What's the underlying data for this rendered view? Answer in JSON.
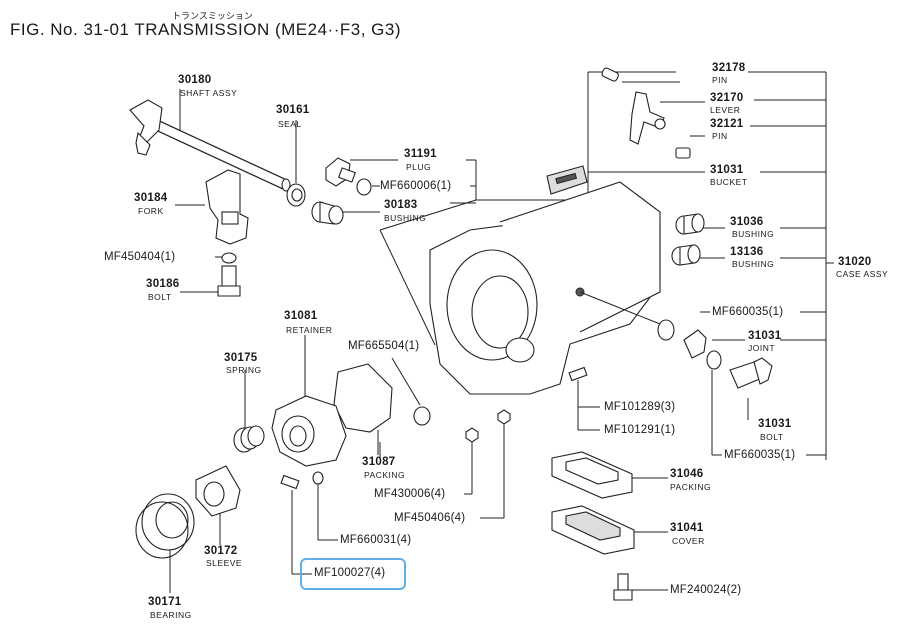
{
  "title": "FIG. No. 31-01 TRANSMISSION (ME24··F3, G3)",
  "title_furigana": "トランスミッション",
  "highlight_color": "#5fb0e6",
  "parts": {
    "p30180": {
      "num": "30180",
      "name": "SHAFT ASSY"
    },
    "p30161": {
      "num": "30161",
      "name": "SEAL"
    },
    "p30184": {
      "num": "30184",
      "name": "FORK"
    },
    "p30186": {
      "num": "30186",
      "name": "BOLT"
    },
    "p31191": {
      "num": "31191",
      "name": "PLUG"
    },
    "p30183": {
      "num": "30183",
      "name": "BUSHING"
    },
    "p32178": {
      "num": "32178",
      "name": "PIN"
    },
    "p32170": {
      "num": "32170",
      "name": "LEVER"
    },
    "p32121": {
      "num": "32121",
      "name": "PIN"
    },
    "p31031a": {
      "num": "31031",
      "name": "BUCKET"
    },
    "p31036": {
      "num": "31036",
      "name": "BUSHING"
    },
    "p13136": {
      "num": "13136",
      "name": "BUSHING"
    },
    "p31020": {
      "num": "31020",
      "name": "CASE ASSY"
    },
    "p31081": {
      "num": "31081",
      "name": "RETAINER"
    },
    "p30175": {
      "num": "30175",
      "name": "SPRING"
    },
    "p31087": {
      "num": "31087",
      "name": "PACKING"
    },
    "p31031b": {
      "num": "31031",
      "name": "JOINT"
    },
    "p31031c": {
      "num": "31031",
      "name": "BOLT"
    },
    "p30172": {
      "num": "30172",
      "name": "SLEEVE"
    },
    "p30171": {
      "num": "30171",
      "name": "BEARING"
    },
    "p31046": {
      "num": "31046",
      "name": "PACKING"
    },
    "p31041": {
      "num": "31041",
      "name": "COVER"
    }
  },
  "codes": {
    "mf450404": "MF450404(1)",
    "mf660006": "MF660006(1)",
    "mf665504": "MF665504(1)",
    "mf660035a": "MF660035(1)",
    "mf660035b": "MF660035(1)",
    "mf101289": "MF101289(3)",
    "mf101291": "MF101291(1)",
    "mf430006": "MF430006(4)",
    "mf450406": "MF450406(4)",
    "mf660031": "MF660031(4)",
    "mf100027": "MF100027(4)",
    "mf240024": "MF240024(2)"
  }
}
